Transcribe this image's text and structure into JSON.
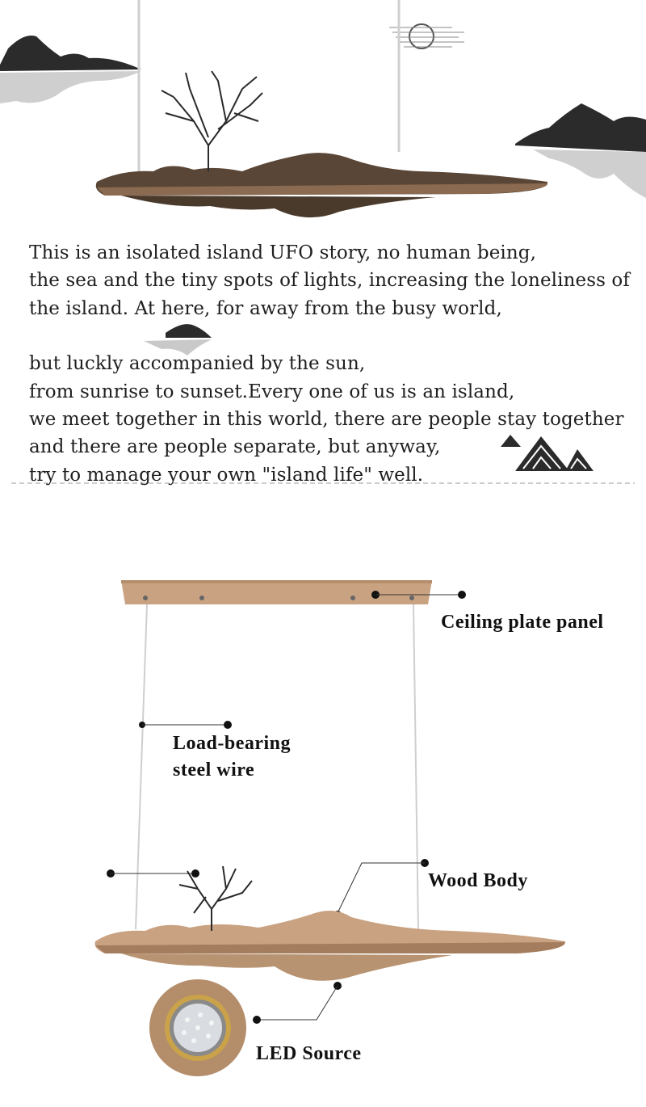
{
  "story": {
    "lines": [
      "This is an isolated island UFO story, no human being,",
      "the sea and the tiny spots of lights, increasing the loneliness of",
      "the island. At here, for away from the busy world,",
      "but luckly accompanied by the sun,",
      "from sunrise to sunset.Every one of us is an island,",
      "we meet together in this world, there are people stay together",
      " and there are people separate, but anyway,",
      "try to manage your own \"island life\" well."
    ]
  },
  "labels": {
    "ceiling_plate": "Ceiling plate panel",
    "wire_line1": "Load-bearing",
    "wire_line2": "steel wire",
    "wood_body": "Wood Body",
    "led_source": "LED Source"
  },
  "colors": {
    "wood_dark": "#5a4636",
    "wood_light": "#c9a282",
    "mountain": "#2b2b2b",
    "reflection": "#bdbdbd"
  },
  "icons": [
    "mountain-icon",
    "sun-icon",
    "tree-icon",
    "led-lamp-icon"
  ]
}
